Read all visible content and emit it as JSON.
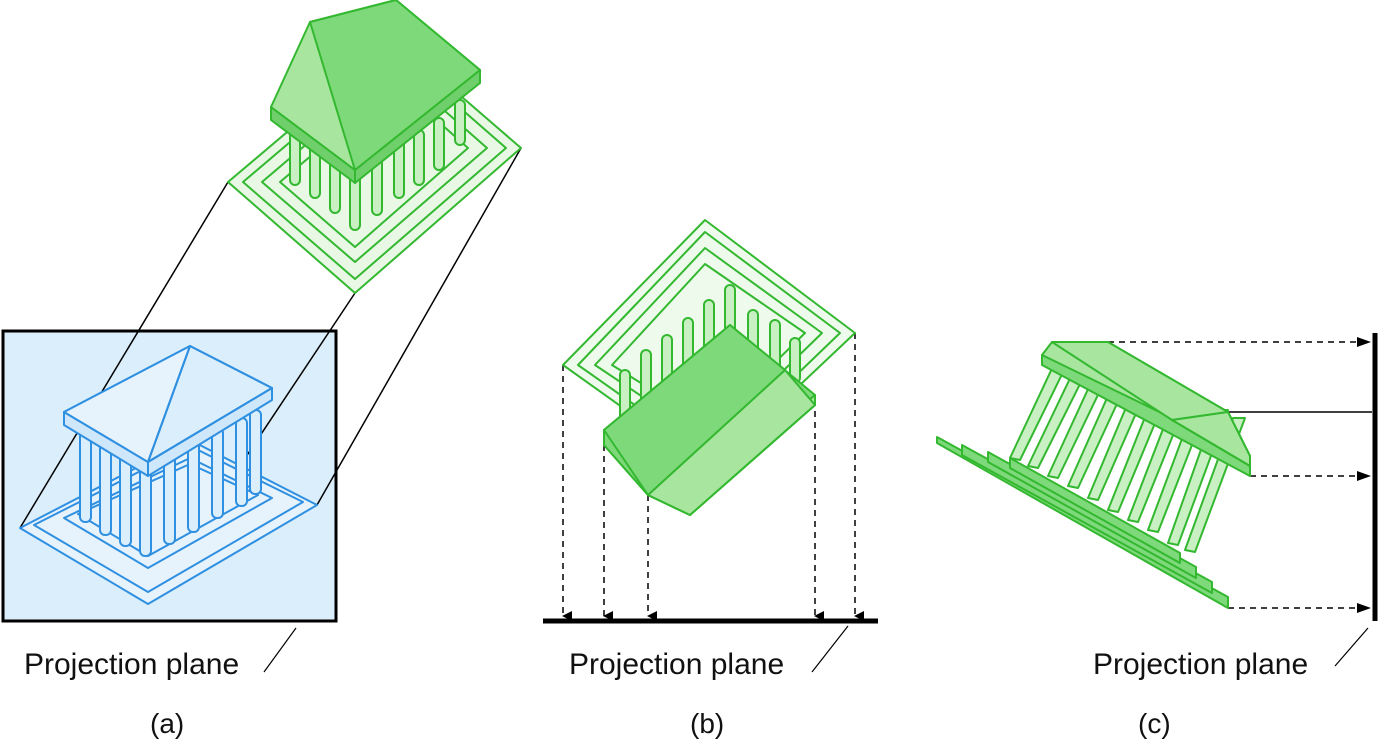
{
  "panels": [
    {
      "id": "a",
      "plane_label": "Projection plane",
      "panel_label": "(a)"
    },
    {
      "id": "b",
      "plane_label": "Projection plane",
      "panel_label": "(b)"
    },
    {
      "id": "c",
      "plane_label": "Projection plane",
      "panel_label": "(c)"
    }
  ],
  "colors": {
    "object_fill": "#7ed97a",
    "object_light": "#a8e6a0",
    "object_stroke": "#33b830",
    "projection_stroke": "#2f8fe0",
    "projection_fill": "#dbeefb",
    "plane_stroke": "#000000"
  }
}
